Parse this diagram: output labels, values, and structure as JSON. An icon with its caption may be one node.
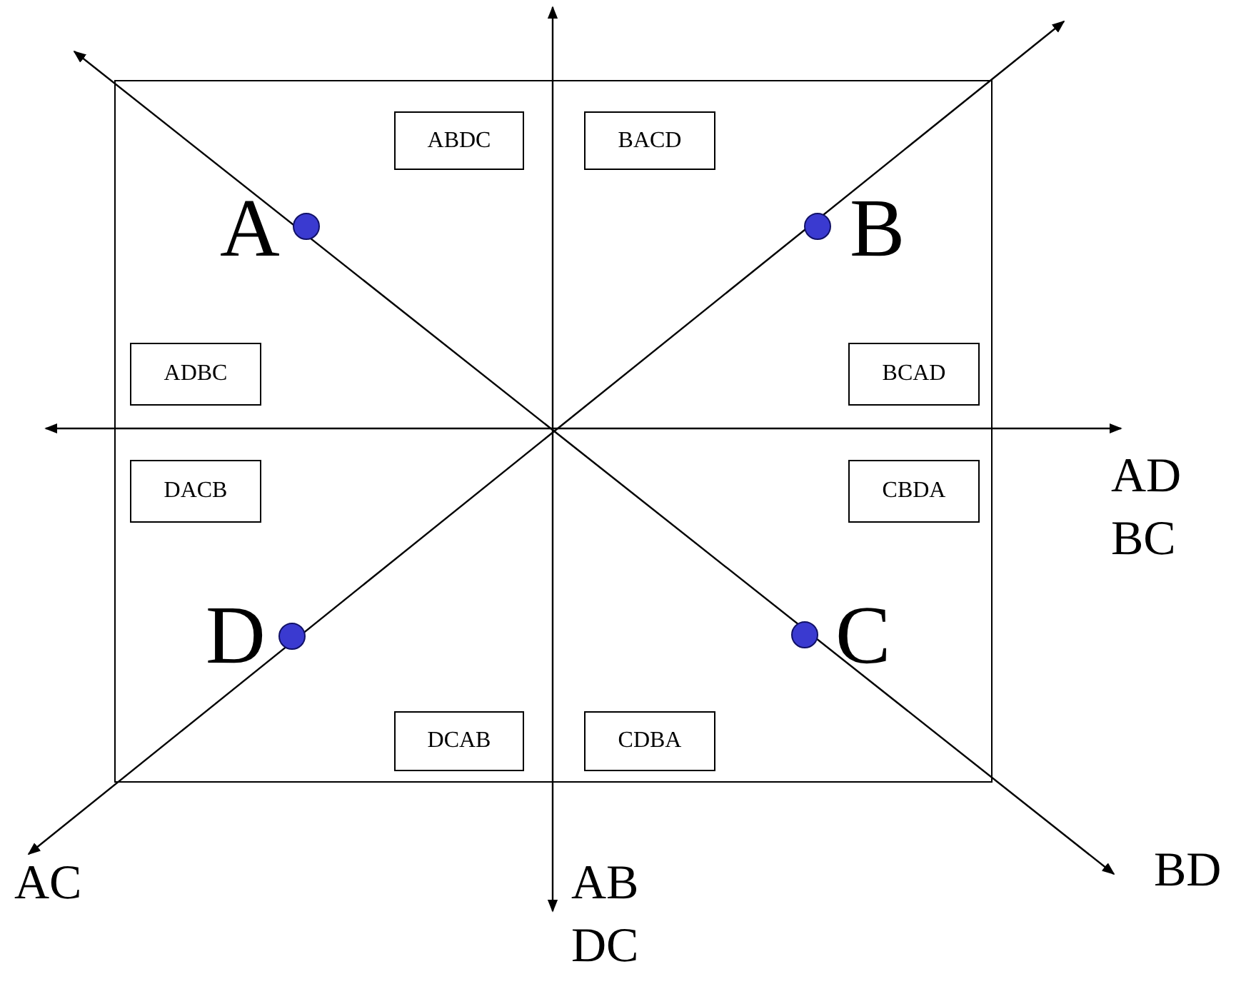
{
  "diagram": {
    "nodes": [
      {
        "text": [],
        "shape": "box"
      },
      {
        "text": [
          "ABDC"
        ],
        "in": 0
      },
      {
        "text": [
          "BACD"
        ],
        "in": 0
      },
      {
        "text": [],
        "shape": "circle",
        "in": 0,
        "beside": [
          "A"
        ]
      },
      {
        "text": [],
        "shape": "circle",
        "in": 0,
        "beside": [
          "B"
        ]
      },
      {
        "text": [
          "ADBC"
        ],
        "in": 0
      },
      {
        "text": [
          "BCAD"
        ],
        "in": 0
      },
      {
        "text": [
          "DACB"
        ],
        "in": 0
      },
      {
        "text": [
          "CBDA"
        ],
        "in": 0
      },
      {
        "text": [],
        "shape": "circle",
        "in": 0,
        "beside": [
          "D"
        ]
      },
      {
        "text": [],
        "shape": "circle",
        "in": 0,
        "beside": [
          "C"
        ]
      },
      {
        "text": [
          "DCAB"
        ],
        "in": 0
      },
      {
        "text": [
          "CDBA"
        ],
        "in": 0
      }
    ],
    "labels": [
      "AD BC",
      "BD",
      "AC",
      "AB DC"
    ]
  }
}
